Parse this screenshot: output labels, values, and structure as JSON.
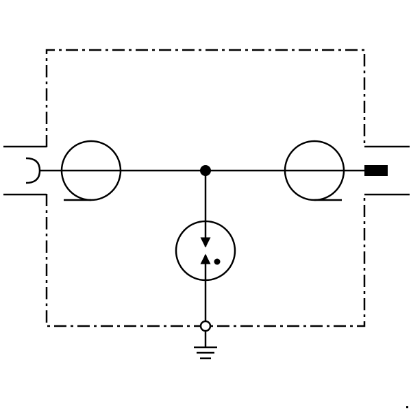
{
  "diagram": {
    "kind": "schematic-symbol",
    "description_visible_text": "",
    "colors": {
      "line": "#000000",
      "background": "#ffffff",
      "open_terminal_fill": "#ffffff"
    },
    "components": [
      {
        "id": "enclosure",
        "symbol": "dash-dot-boundary"
      },
      {
        "id": "input-connector",
        "symbol": "socket-female"
      },
      {
        "id": "output-connector",
        "symbol": "plug-male"
      },
      {
        "id": "coil-left",
        "symbol": "circle-with-tail"
      },
      {
        "id": "coil-right",
        "symbol": "circle-with-tail"
      },
      {
        "id": "junction",
        "symbol": "filled-dot"
      },
      {
        "id": "gas-discharge-tube",
        "symbol": "circle-with-opposing-arrows-and-dot"
      },
      {
        "id": "ground-terminal",
        "symbol": "open-circle-terminal"
      },
      {
        "id": "ground",
        "symbol": "earth-ground"
      }
    ]
  }
}
